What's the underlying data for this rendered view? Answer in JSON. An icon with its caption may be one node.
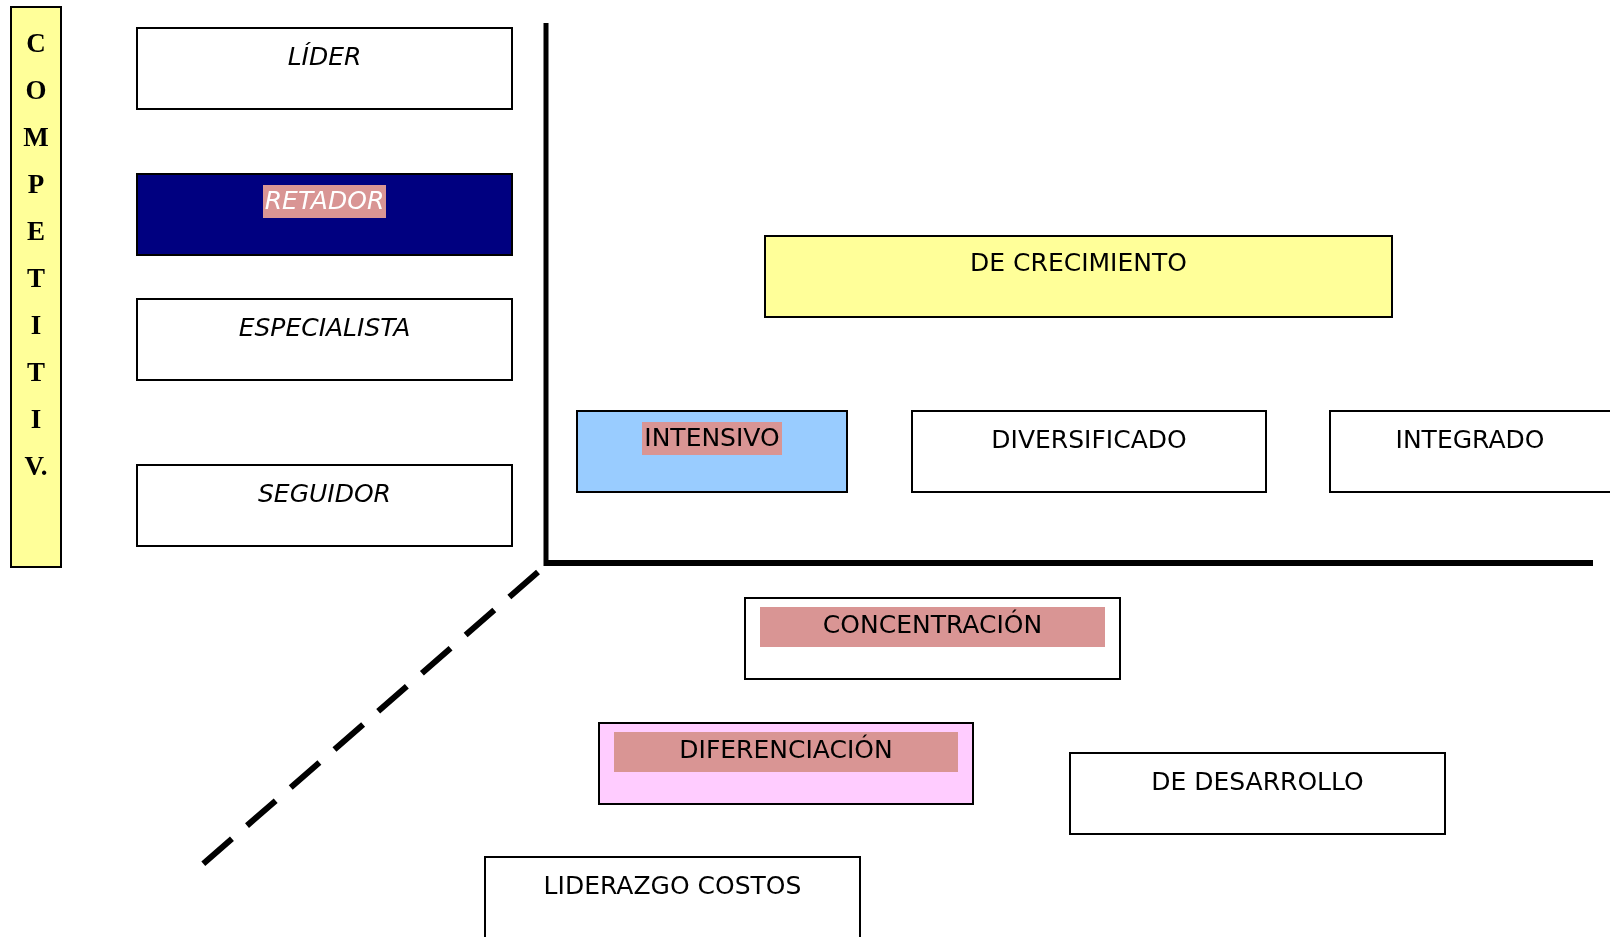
{
  "diagram": {
    "nodes": [
      {
        "text": [
          "COMPETITIV."
        ]
      },
      {
        "text": [
          "LÍDER"
        ]
      },
      {
        "text": [
          "RETADOR"
        ]
      },
      {
        "text": [
          "ESPECIALISTA"
        ]
      },
      {
        "text": [
          "SEGUIDOR"
        ]
      },
      {
        "text": [
          "DE CRECIMIENTO"
        ]
      },
      {
        "text": [
          "INTENSIVO"
        ]
      },
      {
        "text": [
          "DIVERSIFICADO"
        ]
      },
      {
        "text": [
          "INTEGRADO"
        ]
      },
      {
        "text": [
          "CONCENTRACIÓN"
        ]
      },
      {
        "text": [
          "DIFERENCIACIÓN"
        ]
      },
      {
        "text": [
          "DE DESARROLLO"
        ]
      },
      {
        "text": [
          "LIDERAZGO COSTOS"
        ]
      }
    ]
  }
}
